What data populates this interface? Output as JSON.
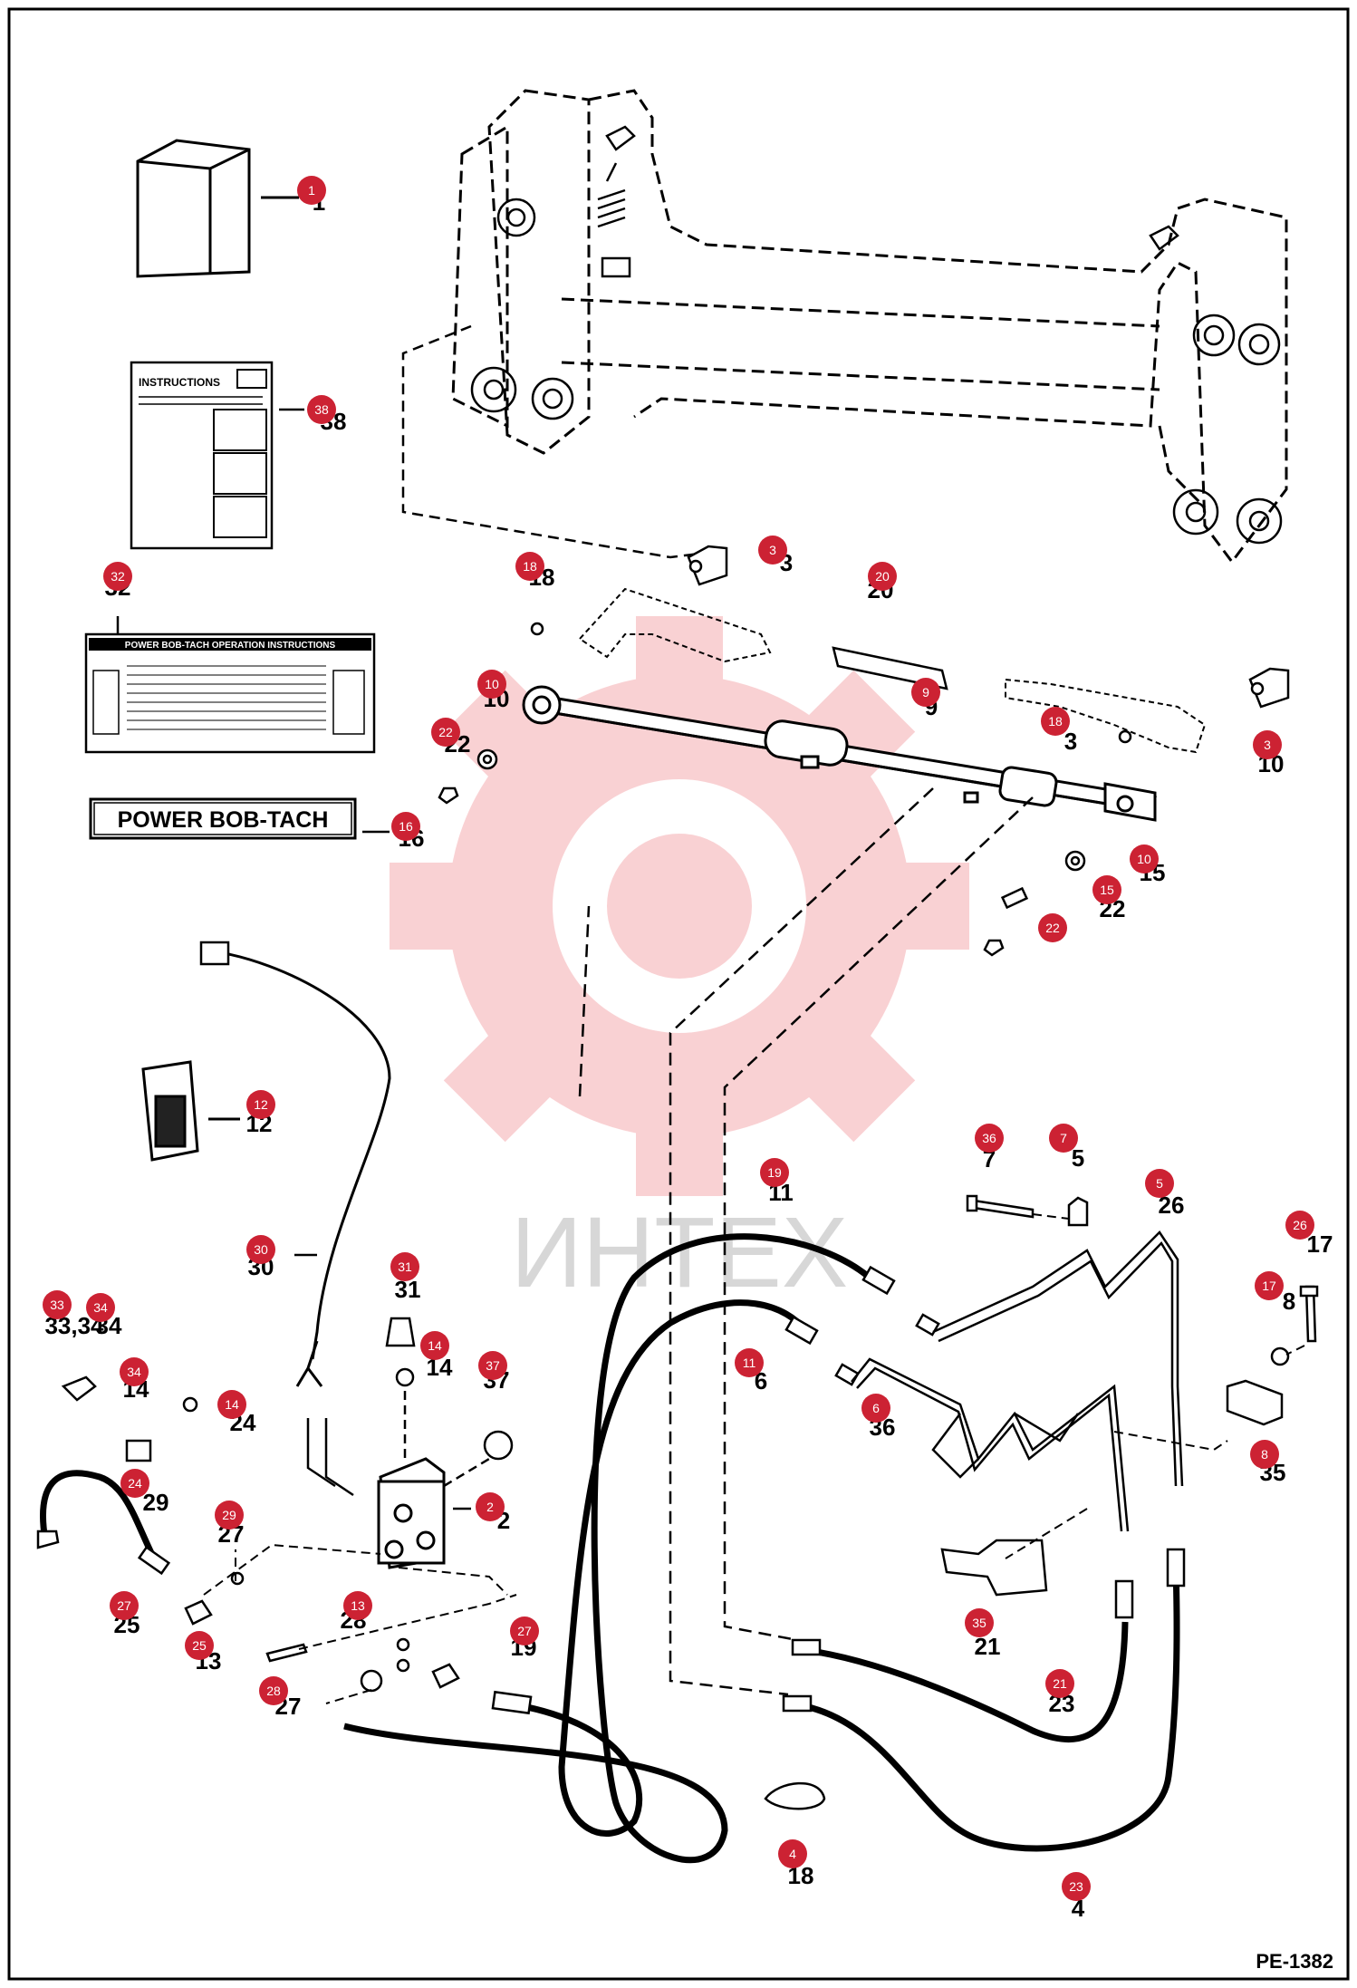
{
  "figure_id": "PE-1382",
  "labels": {
    "instructions_header": "INSTRUCTIONS",
    "decal_title": "POWER BOB-TACH OPERATION INSTRUCTIONS",
    "nameplate": "POWER BOB-TACH"
  },
  "watermark": {
    "text": "ИНТЕХ",
    "color": "#e8323c"
  },
  "colors": {
    "callout_fill": "#cc2233",
    "line": "#000000",
    "border": "#000000"
  },
  "callouts": [
    "1",
    "38",
    "32",
    "16",
    "18",
    "3",
    "20",
    "9",
    "10",
    "22",
    "12",
    "30",
    "31",
    "14",
    "37",
    "2",
    "33",
    "34",
    "34",
    "14",
    "24",
    "29",
    "27",
    "25",
    "13",
    "28",
    "27",
    "19",
    "11",
    "6",
    "36",
    "7",
    "5",
    "26",
    "17",
    "8",
    "35",
    "21",
    "23",
    "4",
    "18",
    "3",
    "10",
    "15",
    "22"
  ],
  "part_numbers": [
    "1",
    "38",
    "32",
    "16",
    "18",
    "3",
    "20",
    "9",
    "10",
    "22",
    "12",
    "30",
    "31",
    "14",
    "37",
    "2",
    "33,34",
    "34",
    "14",
    "24",
    "29",
    "27",
    "25",
    "13",
    "28",
    "27",
    "19",
    "11",
    "6",
    "36",
    "7",
    "5",
    "26",
    "17",
    "8",
    "35",
    "21",
    "23",
    "4",
    "18",
    "3",
    "10",
    "15",
    "22"
  ]
}
